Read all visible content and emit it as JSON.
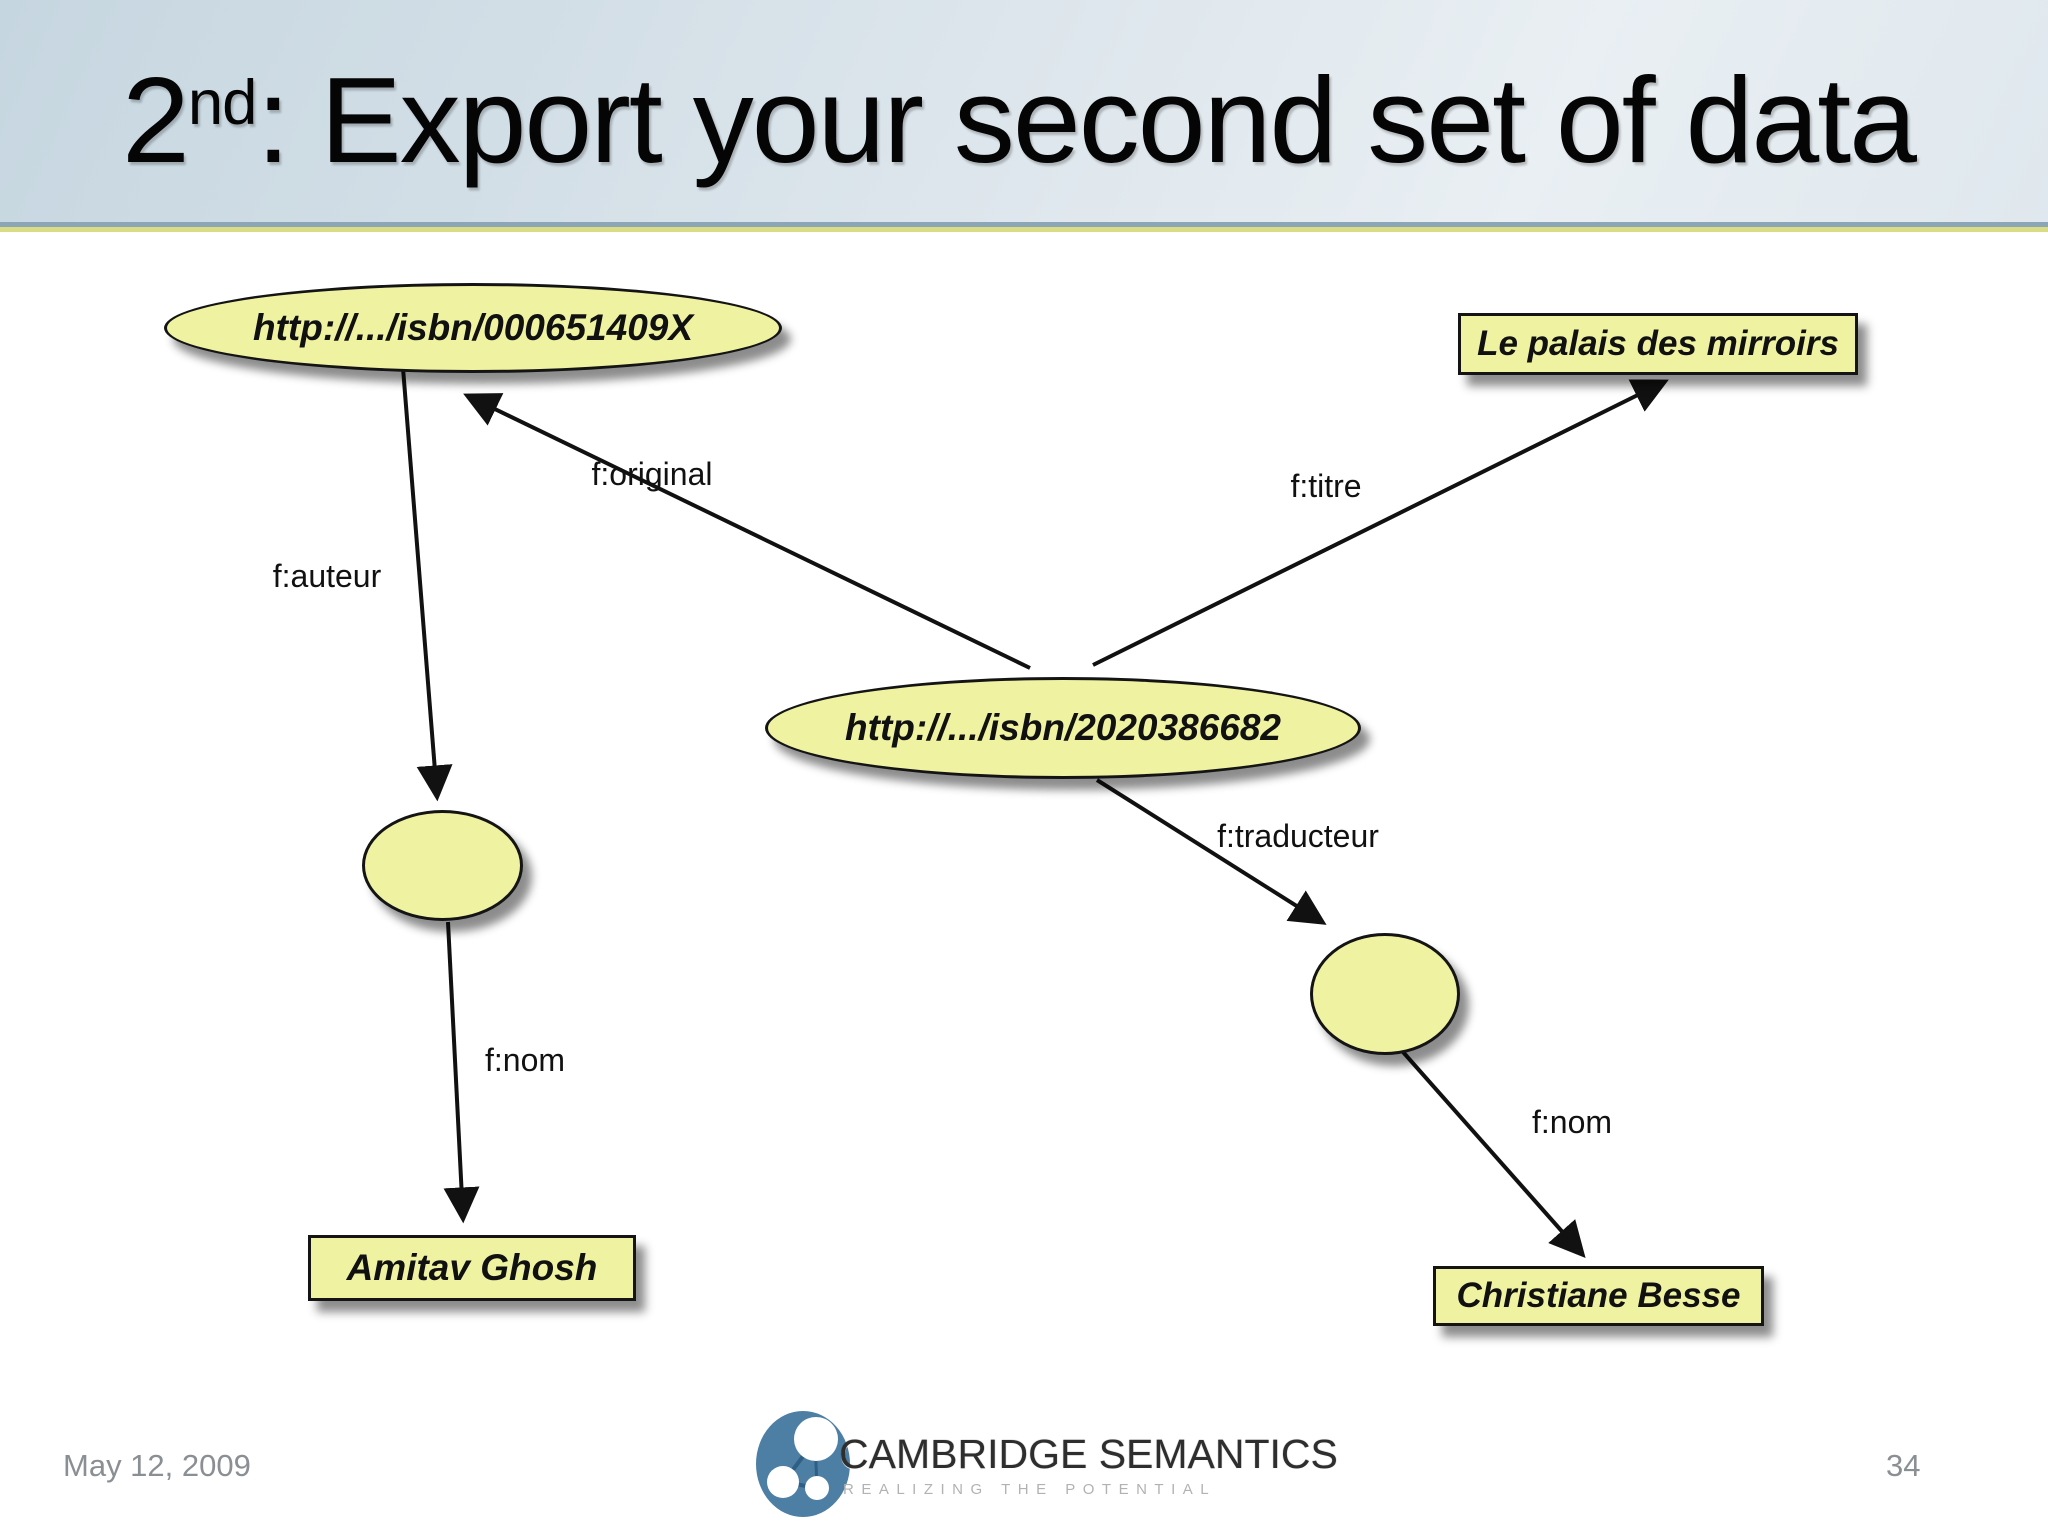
{
  "slide": {
    "title": {
      "prefix": "2",
      "superscript": "nd",
      "rest": ": Export your second set of data"
    },
    "footer": {
      "date": "May 12, 2009",
      "page_number": "34",
      "logo_text": "CAMBRIDGE SEMANTICS",
      "logo_tagline": "REALIZING THE POTENTIAL"
    }
  },
  "diagram": {
    "nodes": {
      "isbn_book1": {
        "type": "ellipse",
        "label": "http://.../isbn/000651409X"
      },
      "titre_literal": {
        "type": "rectangle",
        "label": "Le palais des mirroirs"
      },
      "isbn_book2": {
        "type": "ellipse",
        "label": "http://.../isbn/2020386682"
      },
      "blank_node_left": {
        "type": "ellipse",
        "label": ""
      },
      "blank_node_right": {
        "type": "ellipse",
        "label": ""
      },
      "auteur_literal": {
        "type": "rectangle",
        "label": "Amitav Ghosh"
      },
      "traducteur_literal": {
        "type": "rectangle",
        "label": "Christiane Besse"
      }
    },
    "edge_labels": {
      "auteur": "f:auteur",
      "original": "f:original",
      "titre": "f:titre",
      "traducteur": "f:traducteur",
      "nom_left": "f:nom",
      "nom_right": "f:nom"
    },
    "colors": {
      "node_fill": "#eff3a1",
      "node_border": "#141414",
      "arrow": "#111111",
      "header_rule_blue": "#8ca6b8",
      "header_rule_green": "#d9dc83",
      "logo_blue": "#4d7fa5"
    }
  }
}
